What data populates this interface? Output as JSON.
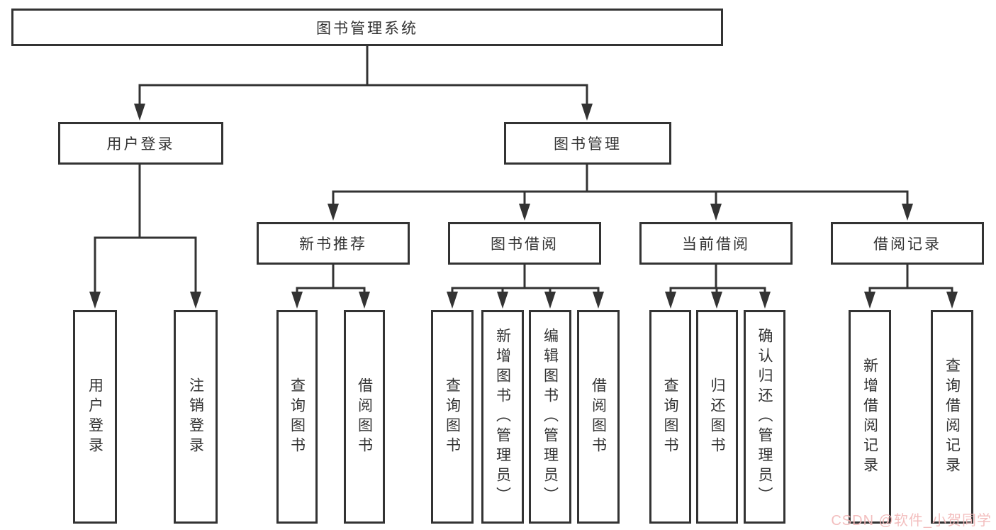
{
  "diagram": {
    "root": "图书管理系统",
    "branches": {
      "user_login": {
        "label": "用户登录",
        "children": [
          "用户登录",
          "注销登录"
        ]
      },
      "book_management": {
        "label": "图书管理",
        "children": {
          "new_book_recommend": {
            "label": "新书推荐",
            "children": [
              "查询图书",
              "借阅图书"
            ]
          },
          "book_borrow": {
            "label": "图书借阅",
            "children": [
              "查询图书",
              "新增图书（管理员）",
              "编辑图书（管理员）",
              "借阅图书"
            ]
          },
          "current_borrow": {
            "label": "当前借阅",
            "children": [
              "查询图书",
              "归还图书",
              "确认归还（管理员）"
            ]
          },
          "borrow_records": {
            "label": "借阅记录",
            "children": [
              "新增借阅记录",
              "查询借阅记录"
            ]
          }
        }
      }
    },
    "watermark": "CSDN @软件_小贺同学"
  },
  "colors": {
    "line": "#333333",
    "text": "#333333",
    "watermark": "#f2b8b8",
    "background": "#ffffff"
  }
}
